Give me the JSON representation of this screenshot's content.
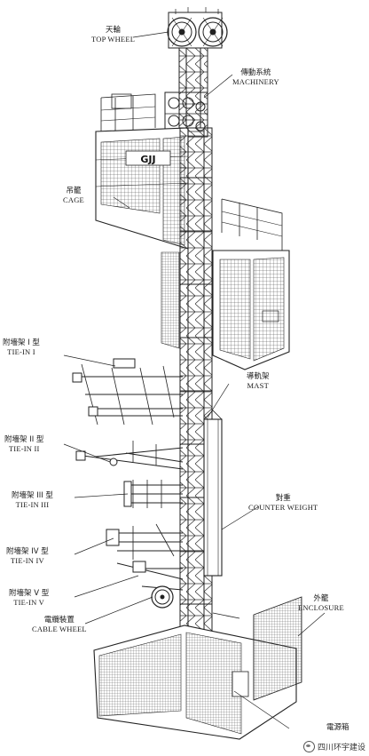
{
  "labels": {
    "top_wheel": {
      "zh": "天輪",
      "en": "TOP WHEEL"
    },
    "machinery": {
      "zh": "傳動系統",
      "en": "MACHINERY"
    },
    "cage": {
      "zh": "吊籠",
      "en": "CAGE"
    },
    "tie_in_1": {
      "zh": "附墻架 I 型",
      "en": "TIE-IN I"
    },
    "mast": {
      "zh": "導軌架",
      "en": "MAST"
    },
    "tie_in_2": {
      "zh": "附墻架 II 型",
      "en": "TIE-IN II"
    },
    "tie_in_3": {
      "zh": "附墻架 III 型",
      "en": "TIE-IN III"
    },
    "counter_weight": {
      "zh": "對重",
      "en": "COUNTER WEIGHT"
    },
    "tie_in_4": {
      "zh": "附墻架 IV 型",
      "en": "TIE-IN IV"
    },
    "tie_in_5": {
      "zh": "附墻架 V 型",
      "en": "TIE-IN V"
    },
    "enclosure": {
      "zh": "外籠",
      "en": "ENCLOSURE"
    },
    "cable_wheel": {
      "zh": "電纜裝置",
      "en": "CABLE WHEEL"
    },
    "power_box": {
      "zh": "電源箱",
      "en": ""
    }
  },
  "cage_logo": "GJJ",
  "watermark": "四川环宇建设"
}
